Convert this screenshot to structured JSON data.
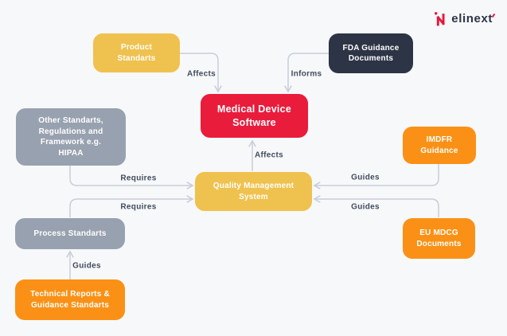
{
  "logo": {
    "text": "elinext",
    "icon": "elinext-n-icon"
  },
  "colors": {
    "background": "#F7F8FA",
    "yellow": "#EFC14E",
    "red": "#E91C3C",
    "dark_navy": "#2D3445",
    "gray": "#98A1AF",
    "orange": "#FA9116",
    "connector": "#C8CEDA",
    "edge_label_text": "#414C5D",
    "node_text": "#FFFFFF",
    "brand_red": "#E4173C"
  },
  "diagram": {
    "nodes": [
      {
        "id": "product-standards",
        "label": "Product Standarts",
        "color": "#EFC14E"
      },
      {
        "id": "fda-guidance-documents",
        "label": "FDA Guidance Documents",
        "color": "#2D3445"
      },
      {
        "id": "medical-device-software",
        "label": "Medical Device Software",
        "color": "#E91C3C"
      },
      {
        "id": "other-standards",
        "label": "Other Standarts, Regulations and Framework e.g. HIPAA",
        "color": "#98A1AF"
      },
      {
        "id": "imdfr-guidance",
        "label": "IMDFR Guidance",
        "color": "#FA9116"
      },
      {
        "id": "quality-management-system",
        "label": "Quality Management System",
        "color": "#EFC14E"
      },
      {
        "id": "eu-mdcg-documents",
        "label": "EU MDCG Documents",
        "color": "#FA9116"
      },
      {
        "id": "process-standards",
        "label": "Process Standarts",
        "color": "#98A1AF"
      },
      {
        "id": "technical-reports",
        "label": "Technical Reports & Guidance Standarts",
        "color": "#FA9116"
      }
    ],
    "edges": [
      {
        "from": "product-standards",
        "to": "medical-device-software",
        "label": "Affects"
      },
      {
        "from": "fda-guidance-documents",
        "to": "medical-device-software",
        "label": "Informs"
      },
      {
        "from": "quality-management-system",
        "to": "medical-device-software",
        "label": "Affects"
      },
      {
        "from": "other-standards",
        "to": "quality-management-system",
        "label": "Requires"
      },
      {
        "from": "process-standards",
        "to": "quality-management-system",
        "label": "Requires"
      },
      {
        "from": "imdfr-guidance",
        "to": "quality-management-system",
        "label": "Guides"
      },
      {
        "from": "eu-mdcg-documents",
        "to": "quality-management-system",
        "label": "Guides"
      },
      {
        "from": "technical-reports",
        "to": "process-standards",
        "label": "Guides"
      }
    ]
  }
}
